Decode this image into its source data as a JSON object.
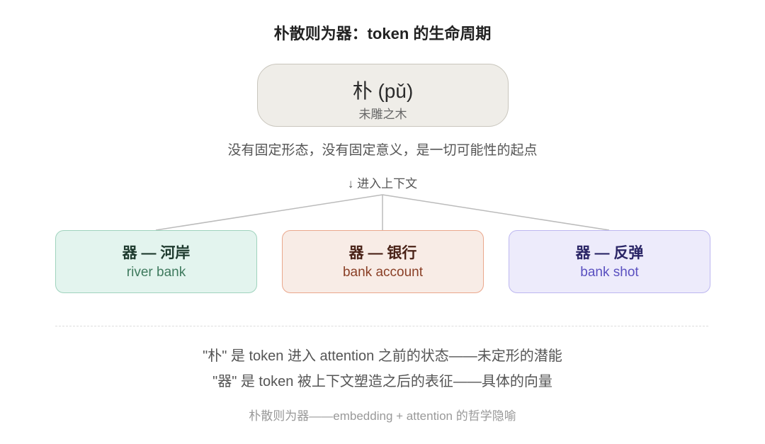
{
  "title": "朴散则为器：token 的生命周期",
  "top_node": {
    "main": "朴 (pǔ)",
    "sub": "未雕之木"
  },
  "description": "没有固定形态，没有固定意义，是一切可能性的起点",
  "transition": "↓ 进入上下文",
  "branches": [
    {
      "title": "器 — 河岸",
      "subtitle": "river bank",
      "color": "#3f7a5e"
    },
    {
      "title": "器 — 银行",
      "subtitle": "bank account",
      "color": "#8a3f26"
    },
    {
      "title": "器 — 反弹",
      "subtitle": "bank shot",
      "color": "#5a50c0"
    }
  ],
  "notes": [
    "\"朴\" 是 token 进入 attention 之前的状态——未定形的潜能",
    "\"器\" 是 token 被上下文塑造之后的表征——具体的向量"
  ],
  "footer": "朴散则为器——embedding + attention 的哲学隐喻"
}
